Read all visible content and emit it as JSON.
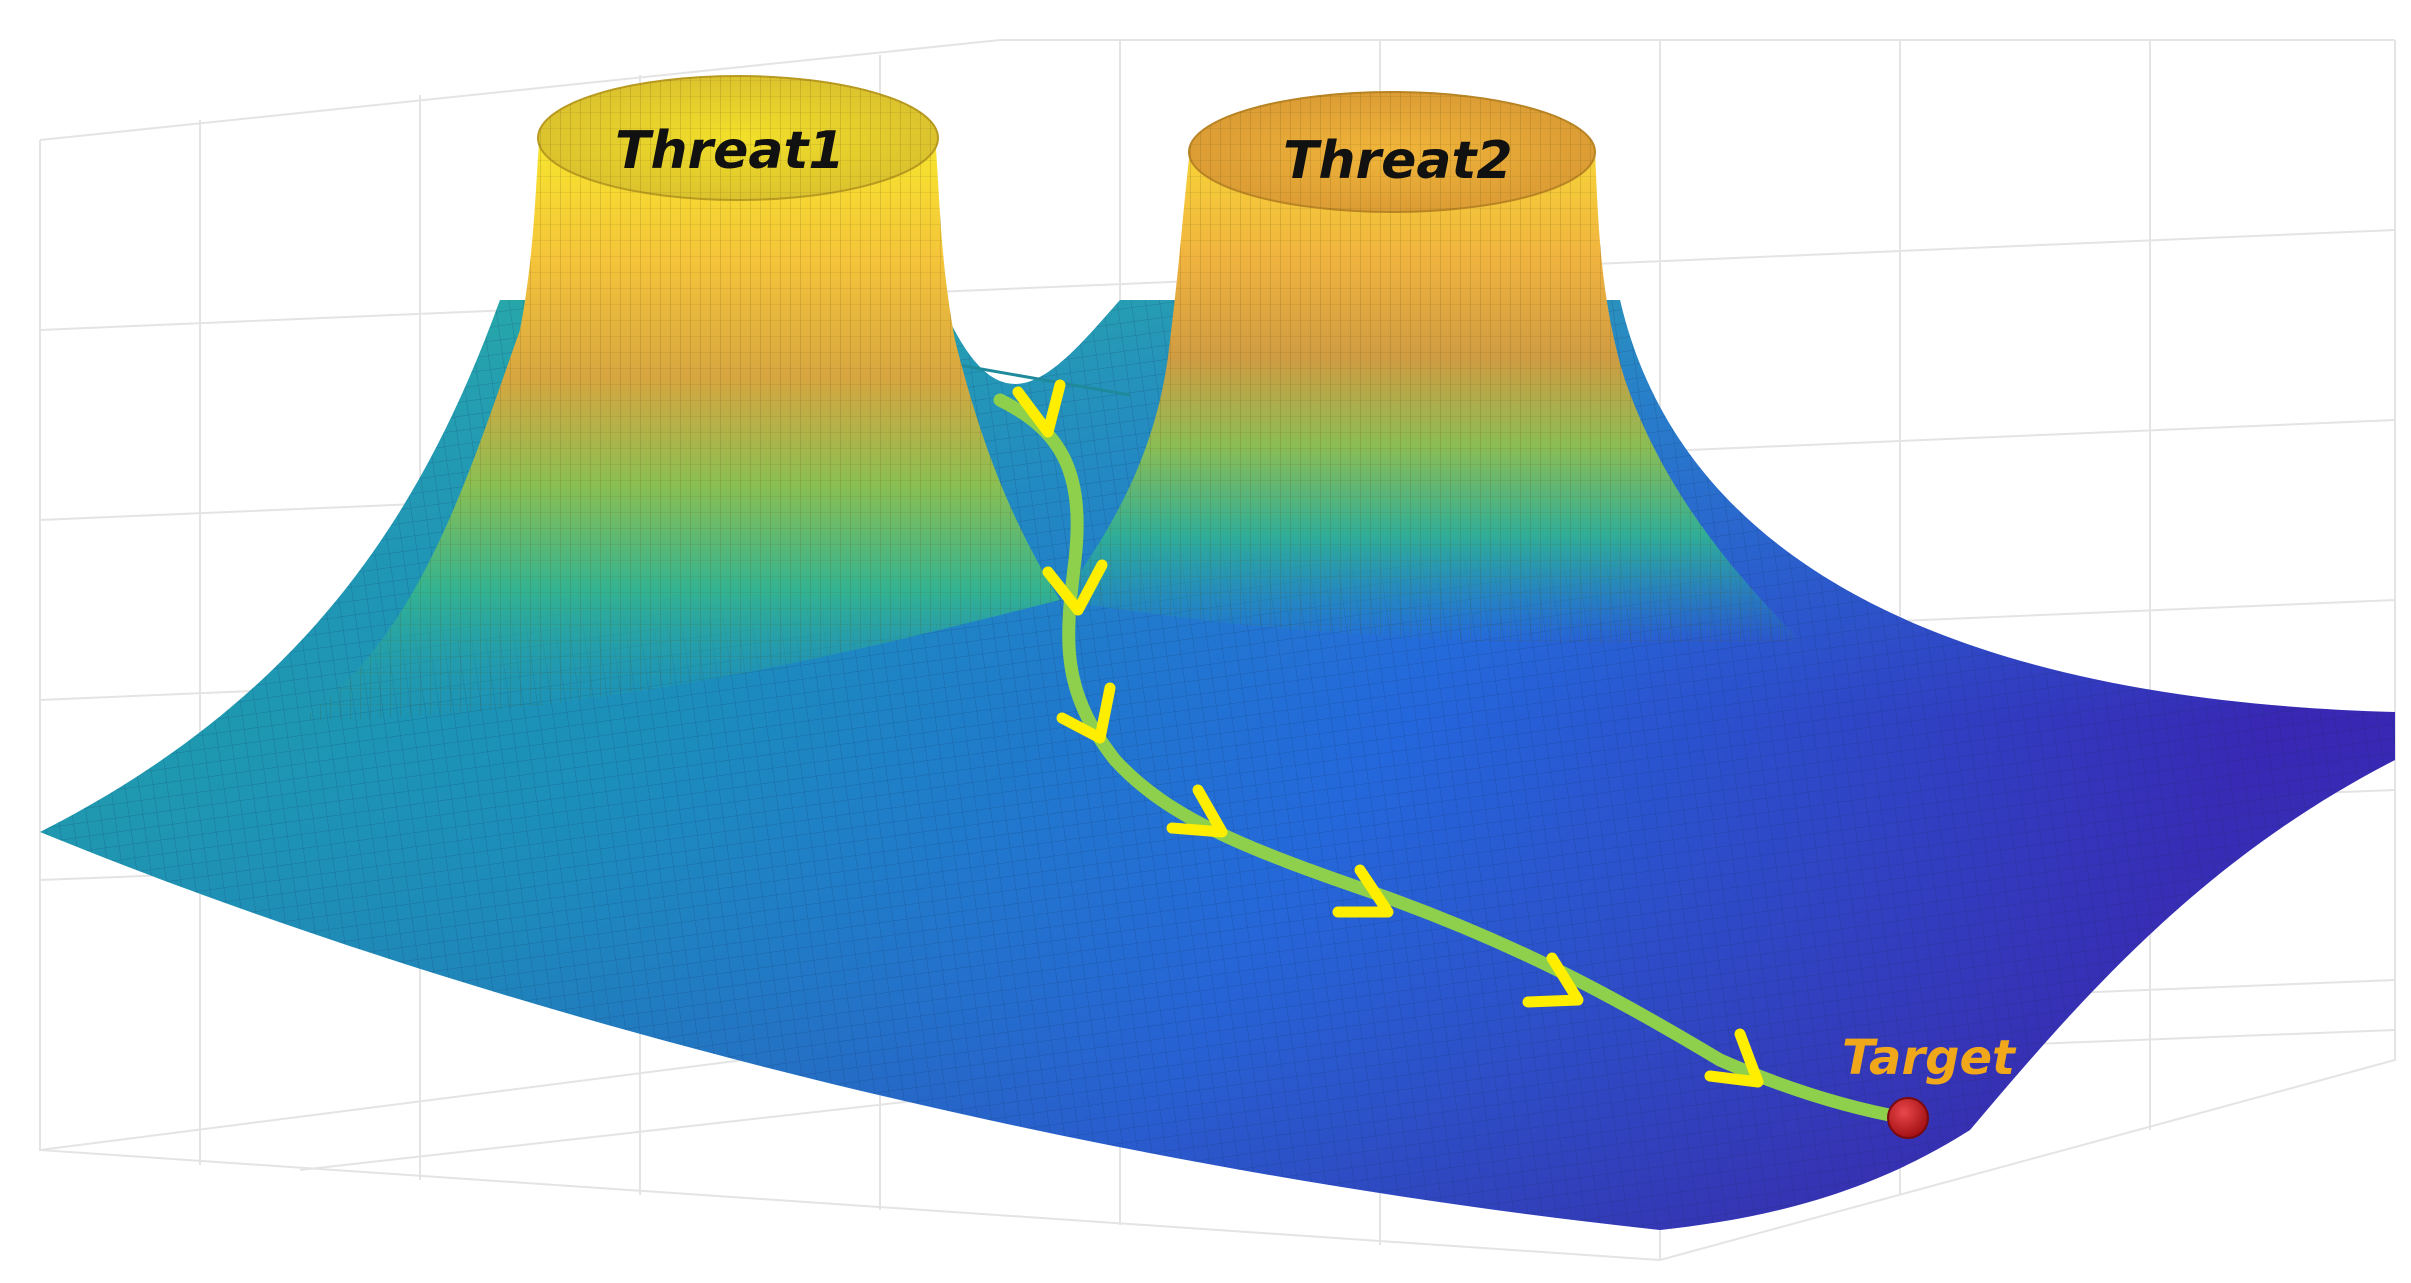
{
  "labels": {
    "threat1": "Threat1",
    "threat2": "Threat2",
    "target": "Target"
  },
  "colors": {
    "background": "#ffffff",
    "grid": "#e6e6e6",
    "surface_low": "#3a2fb0",
    "surface_mid": "#1f9fa8",
    "surface_high": "#f5e12a",
    "path": "#8ed04b",
    "arrow": "#ffee00",
    "target_dot": "#c8151b",
    "target_label": "#f0a81a",
    "threat_label": "#111111"
  }
}
